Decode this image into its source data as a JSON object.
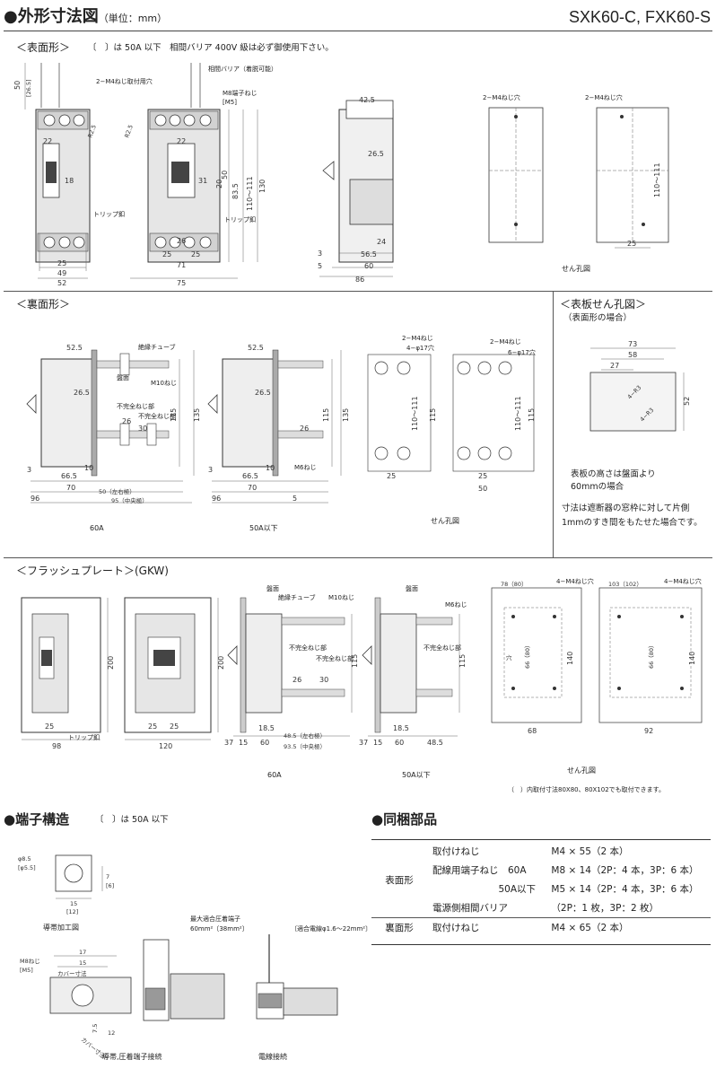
{
  "header": {
    "title": "●外形寸法図",
    "unit": "（単位：mm）",
    "model": "SXK60-C, FXK60-S"
  },
  "front": {
    "title": "＜表面形＞",
    "note": "〔　〕は 50A 以下　相間バリア 400V 級は必ず御使用下さい。",
    "labels": {
      "mount_screw": "2−M4ねじ取付用穴",
      "barrier": "相間バリア（着脱可能）",
      "m8": "M8端子ねじ",
      "m5": "[M5]",
      "trip": "トリップ釦",
      "trip2": "トリップ釦",
      "hole_a": "2−M4ねじ穴",
      "hole_b": "2−M4ねじ穴",
      "drill": "せん孔図"
    },
    "dims": {
      "d50": "50",
      "d26_5": "[26.5]",
      "r2_5": "R2.5",
      "d22": "22",
      "d18": "18",
      "d25": "25",
      "d49": "49",
      "d52": "52",
      "d26": "26",
      "d71": "71",
      "d75": "75",
      "d83_5": "83.5",
      "d110": "110〜111",
      "d130": "130",
      "d31": "31",
      "d20": "20",
      "d42_5": "42.5",
      "d26_5b": "26.5",
      "d24": "24",
      "d3": "3",
      "d56_5": "56.5",
      "d5": "5",
      "d60": "60",
      "d86": "86"
    }
  },
  "back": {
    "title": "＜裏面形＞",
    "labels": {
      "tube": "絶縁チューブ",
      "board": "盤面",
      "m10": "M10ねじ",
      "unsafe1": "不完全ねじ部",
      "unsafe2": "不完全ねじ部",
      "m6": "M6ねじ",
      "cap60": "60A",
      "cap50": "50A以下",
      "hole1": "2−M4ねじ",
      "hole2": "4−φ17穴",
      "hole3": "2−M4ねじ",
      "hole4": "6−φ17穴",
      "drill": "せん孔図"
    },
    "dims": {
      "d52_5": "52.5",
      "d26_5": "26.5",
      "d135": "135",
      "d115": "115",
      "d66_5": "66.5",
      "d70": "70",
      "d96": "96",
      "d95": "95（中央極）",
      "d50c": "50（左右極）",
      "d3": "3",
      "d10": "10",
      "d30": "30",
      "d26": "26",
      "d110": "110〜111",
      "d25": "25",
      "d50": "50"
    }
  },
  "panel_hole": {
    "title": "＜表板せん孔図＞",
    "subtitle": "（表面形の場合）",
    "d73": "73",
    "d58": "58",
    "d27": "27",
    "d52": "52",
    "r": "4−R3",
    "note1": "表板の高さは盤面より",
    "note2": "60mmの場合",
    "note3": "寸法は遮断器の窓枠に対して片側",
    "note4": "1mmのすき間をもたせた場合です。"
  },
  "flush": {
    "title": "＜フラッシュプレート＞(GKW)",
    "labels": {
      "board": "盤面",
      "tube": "絶縁チューブ",
      "m10": "M10ねじ",
      "unsafe1": "不完全ねじ部",
      "unsafe2": "不完全ねじ部",
      "board2": "盤面",
      "m6": "M6ねじ",
      "unsafe3": "不完全ねじ部",
      "trip": "トリップ釦",
      "cap60": "60A",
      "cap50": "50A以下",
      "hole1": "4−M4ねじ穴",
      "hole2": "4−M4ねじ穴",
      "drill": "せん孔図",
      "note": "（　）内取付寸法80X80、80X102でも取付できます。"
    },
    "dims": {
      "d200": "200",
      "d25": "25",
      "d98": "98",
      "d120": "120",
      "d18_5": "18.5",
      "d37": "37",
      "d15": "15",
      "d60": "60",
      "d48_5": "48.5（左右極）",
      "d93_5": "93.5（中央極）",
      "d48_5b": "48.5",
      "d115": "115",
      "d26": "26",
      "d30": "30",
      "d78": "78（80）",
      "d103": "103（102）",
      "d66": "66（80）",
      "d140": "140",
      "d68": "68",
      "d92": "92",
      "d66b": "66（80）",
      "hole": "穴"
    }
  },
  "terminal": {
    "title": "●端子構造",
    "note": "〔　〕は 50A 以下",
    "labels": {
      "phi85": "φ8.5",
      "phi55": "[φ5.5]",
      "d15": "15",
      "d12": "[12]",
      "d7": "7",
      "d6": "[6]",
      "proc": "導帯加工図",
      "d17": "17",
      "d15b": "15",
      "m8": "M8ねじ",
      "m5": "[M5]",
      "cover": "カバー寸法",
      "d7_5": "7.5",
      "d12b": "12",
      "cover2": "カバー寸法",
      "lug": "導帯,圧着端子接続",
      "max": "最大適合圧着端子",
      "max2": "60mm²〔38mm²〕",
      "wire": "〔適合電線φ1.6〜22mm²〕",
      "wire_conn": "電線接続"
    }
  },
  "parts": {
    "title": "●同梱部品",
    "rows": [
      {
        "group": "表面形",
        "item": "取付けねじ",
        "spec": "M4 × 55（2 本）"
      },
      {
        "group": "",
        "item": "配線用端子ねじ　60A",
        "spec": "M8 × 14（2P：4 本，3P：6 本）"
      },
      {
        "group": "",
        "item": "　　　　　　　50A以下",
        "spec": "M5 × 14（2P：4 本，3P：6 本）"
      },
      {
        "group": "",
        "item": "電源側相間バリア",
        "spec": "（2P：1 枚，3P：2 枚）"
      },
      {
        "group": "裏面形",
        "item": "取付けねじ",
        "spec": "M4 × 65（2 本）"
      }
    ]
  }
}
